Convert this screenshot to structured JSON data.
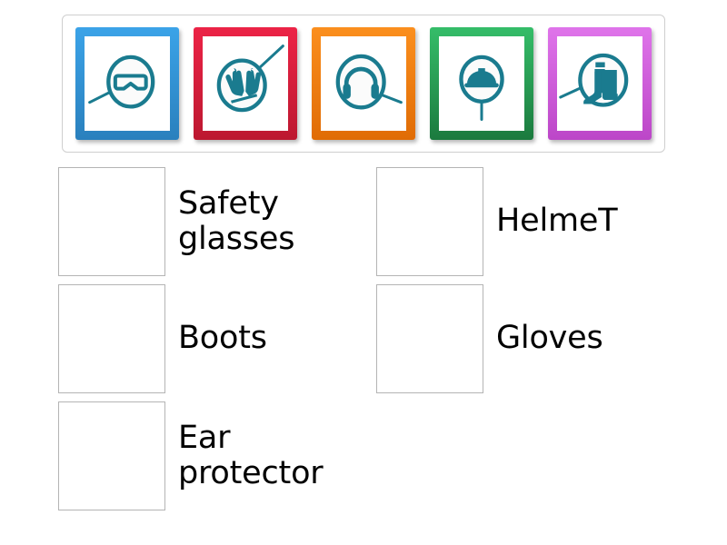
{
  "activity": {
    "type": "match-up",
    "title": "Personal protective equipment match-up"
  },
  "tray": {
    "name": "draggable-card-tray",
    "cards": [
      {
        "id": "card-1",
        "icon": "safety-goggles-magnifier-icon",
        "color": "#3498db",
        "color_dark": "#2a80bd",
        "handle": "left"
      },
      {
        "id": "card-2",
        "icon": "gloves-magnifier-icon",
        "color": "#e01f3d",
        "color_dark": "#b81730",
        "handle": "up-right"
      },
      {
        "id": "card-3",
        "icon": "ear-protector-magnifier-icon",
        "color": "#f97e0a",
        "color_dark": "#d96a06",
        "handle": "right"
      },
      {
        "id": "card-4",
        "icon": "helmet-magnifier-icon",
        "color": "#2ab25f",
        "color_dark": "#1b7a3e",
        "handle": "down"
      },
      {
        "id": "card-5",
        "icon": "boots-magnifier-icon",
        "color": "#d45fe0",
        "color_dark": "#b843c4",
        "handle": "left"
      }
    ]
  },
  "answers": {
    "left_column": [
      {
        "id": "drop-safety-glasses",
        "label": "Safety\nglasses"
      },
      {
        "id": "drop-boots",
        "label": "Boots"
      },
      {
        "id": "drop-ear-protector",
        "label": "Ear\nprotector"
      }
    ],
    "right_column": [
      {
        "id": "drop-helmet",
        "label": "HelmeT"
      },
      {
        "id": "drop-gloves",
        "label": "Gloves"
      }
    ]
  },
  "colors": {
    "icon_teal": "#1a7b8f",
    "tray_border": "#cfcfcf",
    "dropbox_border": "#b4b4b4",
    "text": "#000000",
    "background": "#ffffff"
  }
}
